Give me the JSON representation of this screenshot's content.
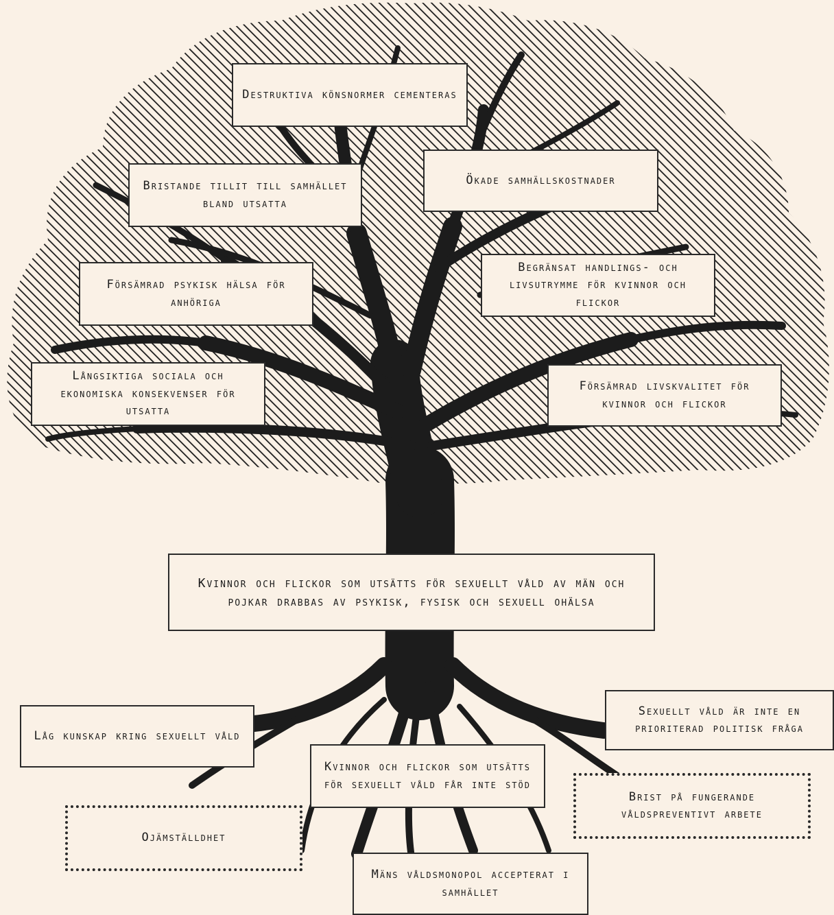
{
  "colors": {
    "background": "#faf1e6",
    "ink": "#1c1c1c"
  },
  "effects": {
    "e1": "Destruktiva könsnormer cementeras",
    "e2": "Bristande tillit till samhället bland utsatta",
    "e3": "Ökade samhällskostnader",
    "e4": "Försämrad psykisk hälsa för anhöriga",
    "e5": "Begränsat handlings- och livsutrymme för kvinnor och flickor",
    "e6": "Långsiktiga sociala och ekonomiska konsekvenser för utsatta",
    "e7": "Försämrad livskvalitet för kvinnor och flickor"
  },
  "core_problem": "Kvinnor och flickor som utsätts för sexuellt våld av män och pojkar drabbas av psykisk, fysisk och sexuell ohälsa",
  "causes": {
    "c1": "Låg kunskap kring sexuellt våld",
    "c2": "Sexuellt våld är inte en prioriterad politisk fråga",
    "c3": "Kvinnor och flickor som utsätts för sexuellt våld får inte stöd",
    "c4": "Brist på fungerande våldspreventivt arbete",
    "c5": "Ojämställdhet",
    "c6": "Mäns våldsmonopol accepterat i samhället"
  }
}
